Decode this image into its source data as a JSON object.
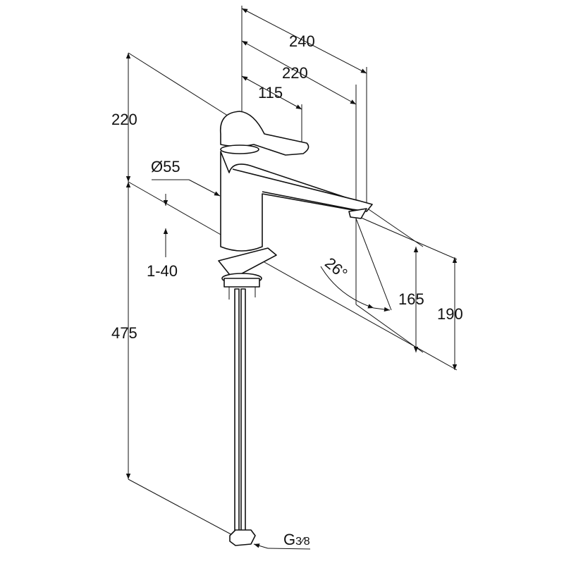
{
  "dimensions": {
    "top_overall": "240",
    "top_reach": "220",
    "top_lever": "115",
    "left_top_height": "220",
    "diameter": "Ø55",
    "thickness_range": "1-40",
    "left_bottom_height": "475",
    "angle": "26°",
    "spout_height_min": "165",
    "spout_height_max": "190",
    "connection_base": "G",
    "connection_fraction": "3⁄8"
  }
}
